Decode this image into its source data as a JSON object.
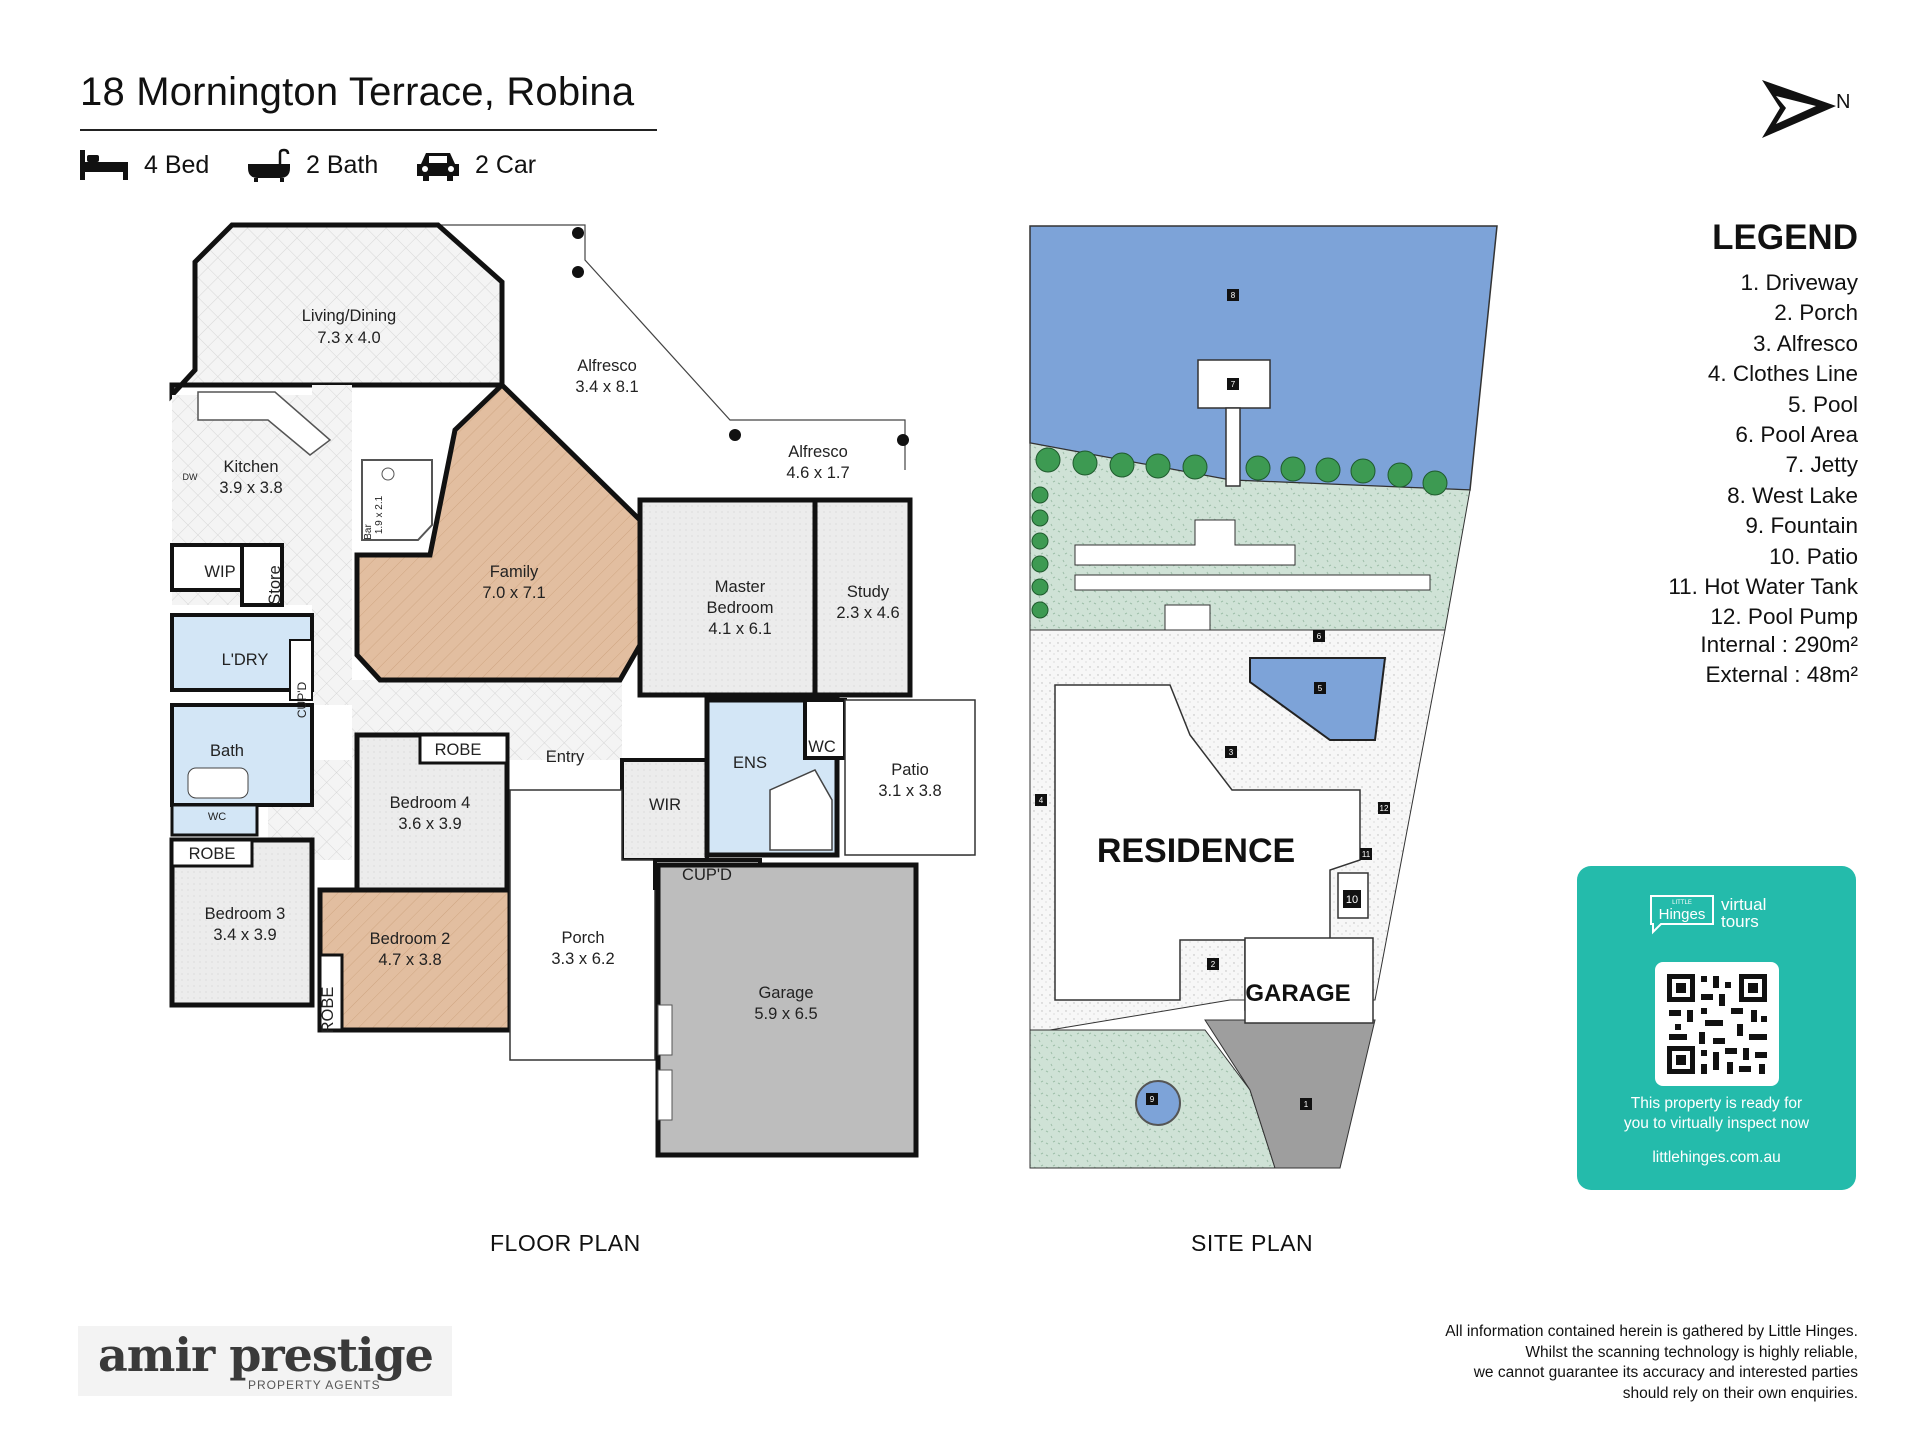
{
  "header": {
    "address": "18 Mornington Terrace, Robina",
    "features": [
      {
        "icon": "bed-icon",
        "label": "4 Bed"
      },
      {
        "icon": "bath-icon",
        "label": "2 Bath"
      },
      {
        "icon": "car-icon",
        "label": "2 Car"
      }
    ],
    "north_label": "N"
  },
  "floor_plan": {
    "caption": "FLOOR PLAN",
    "rooms": {
      "living": {
        "name": "Living/Dining",
        "size": "7.3 x 4.0"
      },
      "alfresco1": {
        "name": "Alfresco",
        "size": "3.4 x 8.1"
      },
      "alfresco2": {
        "name": "Alfresco",
        "size": "4.6 x 1.7"
      },
      "kitchen": {
        "name": "Kitchen",
        "size": "3.9 x 3.8"
      },
      "family": {
        "name": "Family",
        "size": "7.0 x 7.1"
      },
      "master": {
        "name": "Master",
        "name2": "Bedroom",
        "size": "4.1 x 6.1"
      },
      "study": {
        "name": "Study",
        "size": "2.3 x 4.6"
      },
      "bar": {
        "name": "Bar",
        "size": "1.9 x 2.1"
      },
      "wip": {
        "name": "WIP"
      },
      "store": {
        "name": "Store"
      },
      "laundry": {
        "name": "L'DRY"
      },
      "cupd1": {
        "name": "CUP'D"
      },
      "bath": {
        "name": "Bath"
      },
      "wc1": {
        "name": "WC"
      },
      "robe1": {
        "name": "ROBE"
      },
      "bedroom3": {
        "name": "Bedroom 3",
        "size": "3.4 x 3.9"
      },
      "robe2": {
        "name": "ROBE"
      },
      "bedroom4": {
        "name": "Bedroom 4",
        "size": "3.6 x 3.9"
      },
      "entry": {
        "name": "Entry"
      },
      "bedroom2": {
        "name": "Bedroom 2",
        "size": "4.7 x 3.8"
      },
      "robe3": {
        "name": "ROBE"
      },
      "wir": {
        "name": "WIR"
      },
      "ens": {
        "name": "ENS"
      },
      "wc2": {
        "name": "WC"
      },
      "patio": {
        "name": "Patio",
        "size": "3.1 x 3.8"
      },
      "cupd2": {
        "name": "CUP'D"
      },
      "porch": {
        "name": "Porch",
        "size": "3.3 x 6.2"
      },
      "garage": {
        "name": "Garage",
        "size": "5.9 x 6.5"
      },
      "dw": {
        "name": "DW"
      }
    }
  },
  "site_plan": {
    "caption": "SITE PLAN",
    "residence": "RESIDENCE",
    "garage": "GARAGE",
    "markers": [
      "1",
      "2",
      "3",
      "4",
      "5",
      "6",
      "7",
      "8",
      "9",
      "10",
      "11",
      "12"
    ]
  },
  "legend": {
    "title": "LEGEND",
    "items": [
      "1. Driveway",
      "2. Porch",
      "3. Alfresco",
      "4. Clothes Line",
      "5. Pool",
      "6. Pool Area",
      "7. Jetty",
      "8. West Lake",
      "9. Fountain",
      "10. Patio",
      "11. Hot Water Tank",
      "12. Pool Pump"
    ],
    "internal_label": "Internal  : 290m²",
    "external_label": "External :   48m²"
  },
  "virtual_tour": {
    "brand_small": "LITTLE",
    "brand_name": "Hinges",
    "brand_word1": "virtual",
    "brand_word2": "tours",
    "line1": "This property is ready for",
    "line2": "you to virtually inspect now",
    "url": "littlehinges.com.au"
  },
  "agency": {
    "name": "amir prestige",
    "subtitle": "PROPERTY AGENTS"
  },
  "disclaimer": [
    "All information contained herein is gathered by Little Hinges.",
    "Whilst the scanning technology is highly reliable,",
    "we cannot guarantee its accuracy and interested parties",
    "should rely on their own enquiries."
  ],
  "colors": {
    "teal": "#24bbab",
    "lake": "#7da3d8",
    "garden": "#cfe2d6",
    "timber": "#e2bea0",
    "wet": "#d3e6f6",
    "garage": "#bdbdbd"
  }
}
